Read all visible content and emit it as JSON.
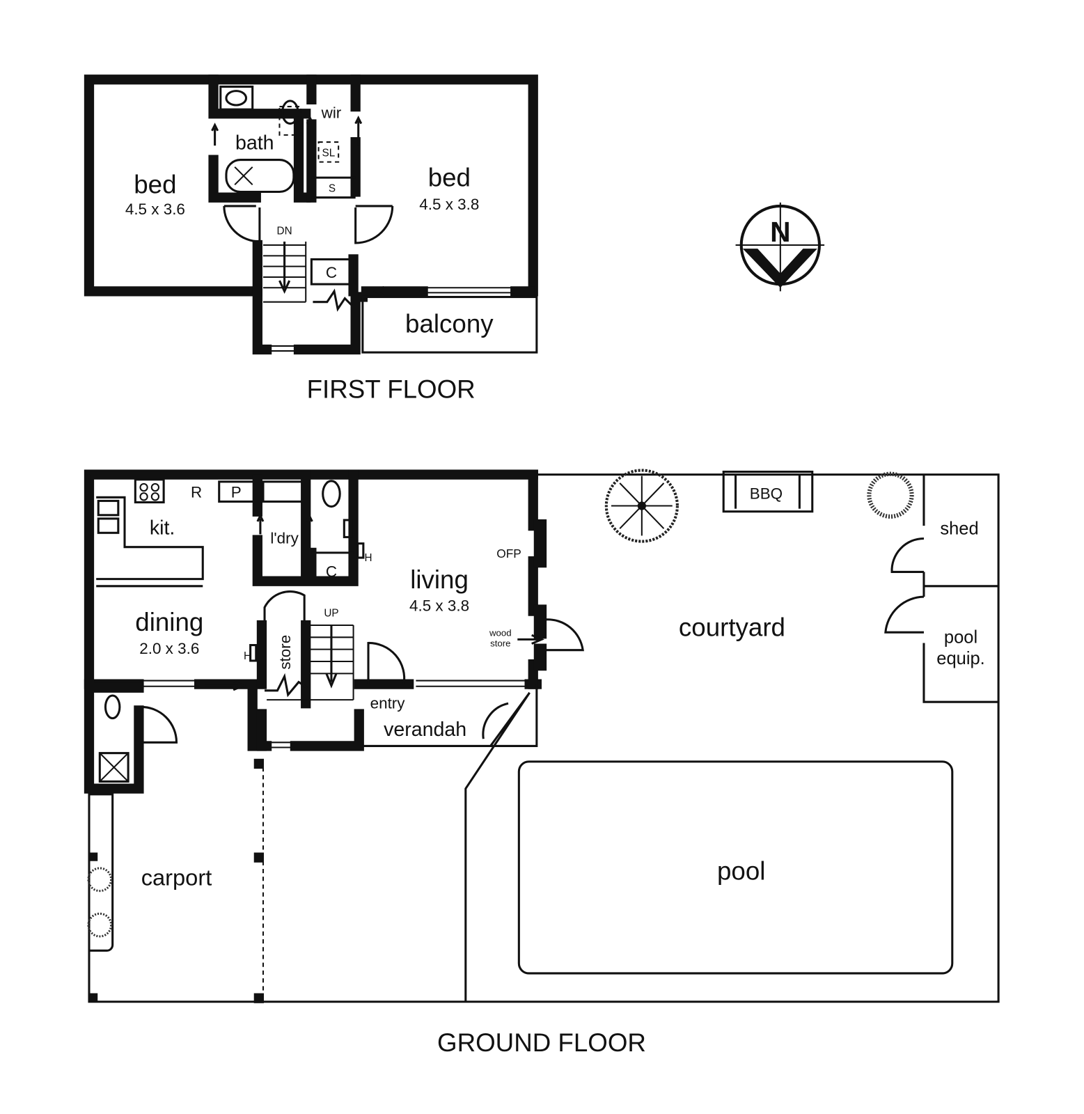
{
  "first_floor": {
    "title": "FIRST FLOOR",
    "bed1": {
      "label": "bed",
      "size": "4.5 x 3.6"
    },
    "bed2": {
      "label": "bed",
      "size": "4.5 x 3.8"
    },
    "bath": "bath",
    "wir": "wir",
    "skylight": "SL",
    "shelf": "S",
    "stairs": "DN",
    "cupboard": "C",
    "balcony": "balcony"
  },
  "compass": {
    "label": "N"
  },
  "ground_floor": {
    "title": "GROUND FLOOR",
    "fridge": "R",
    "pantry": "P",
    "kitchen": "kit.",
    "laundry": "l'dry",
    "cupboard": "C",
    "heater1": "H",
    "heater2": "H",
    "living": {
      "label": "living",
      "size": "4.5 x 3.8"
    },
    "ofp": "OFP",
    "wood_store": [
      "wood",
      "store"
    ],
    "dining": {
      "label": "dining",
      "size": "2.0 x 3.6"
    },
    "store": "store",
    "stairs": "UP",
    "entry": "entry",
    "verandah": "verandah",
    "bbq": "BBQ",
    "shed": "shed",
    "pool_equip": [
      "pool",
      "equip."
    ],
    "courtyard": "courtyard",
    "pool": "pool",
    "carport": "carport"
  }
}
